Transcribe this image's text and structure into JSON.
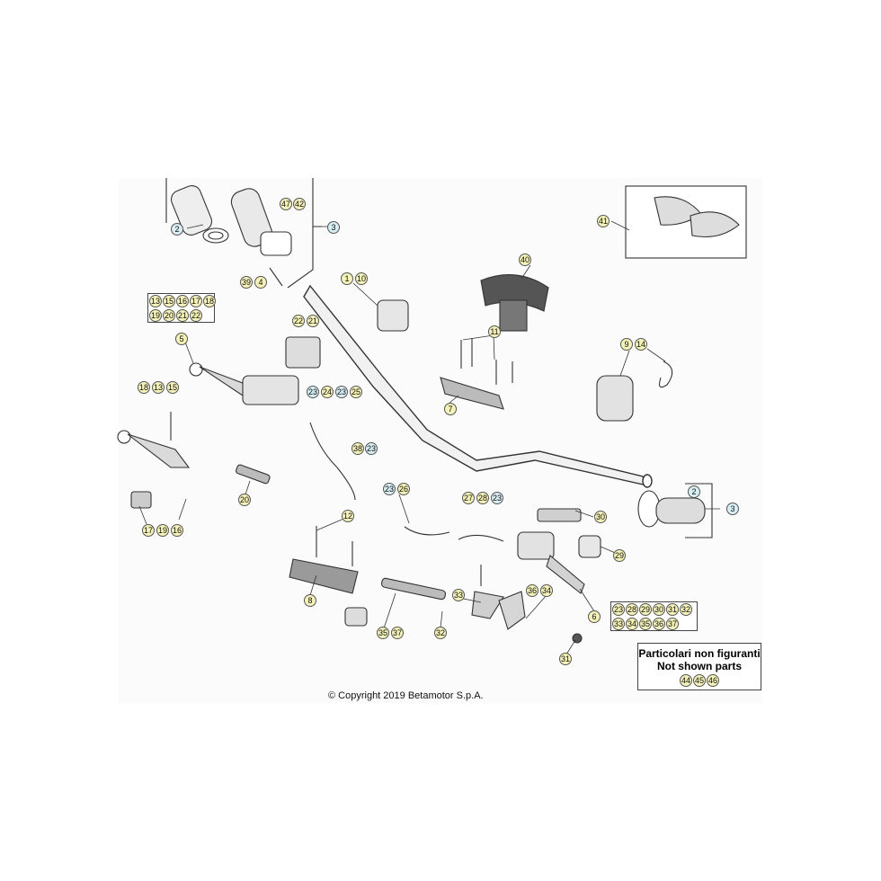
{
  "callouts": {
    "c2a": "2",
    "c47": "47",
    "c42": "42",
    "c3a": "3",
    "c39": "39",
    "c4": "4",
    "c41": "41",
    "c40": "40",
    "c1": "1",
    "c10": "10",
    "c22a": "22",
    "c21a": "21",
    "c5": "5",
    "c11": "11",
    "c9": "9",
    "c14": "14",
    "c18": "18",
    "c13": "13",
    "c15": "15",
    "c23a": "23",
    "c24": "24",
    "c23b": "23",
    "c25": "25",
    "c7": "7",
    "c38": "38",
    "c23c": "23",
    "c20": "20",
    "c17": "17",
    "c19": "19",
    "c16": "16",
    "c23d": "23",
    "c26": "26",
    "c27": "27",
    "c28": "28",
    "c23e": "23",
    "c2b": "2",
    "c3b": "3",
    "c12": "12",
    "c30": "30",
    "c29": "29",
    "c8": "8",
    "c33": "33",
    "c36": "36",
    "c34": "34",
    "c6": "6",
    "c35": "35",
    "c37": "37",
    "c32": "32",
    "c31": "31"
  },
  "group_5": [
    "13",
    "15",
    "16",
    "17",
    "18",
    "19",
    "20",
    "21",
    "22"
  ],
  "group_6": [
    "23",
    "28",
    "29",
    "30",
    "31",
    "32",
    "33",
    "34",
    "35",
    "36",
    "37"
  ],
  "not_shown": {
    "line1": "Particolari non figuranti",
    "line2": "Not shown parts",
    "items": [
      "44",
      "45",
      "46"
    ]
  },
  "copyright": "© Copyright 2019 Betamotor S.p.A.",
  "colors": {
    "callout_fill": "#f4f2b8",
    "callout_alt_fill": "#d7eef3",
    "line": "#333333"
  }
}
